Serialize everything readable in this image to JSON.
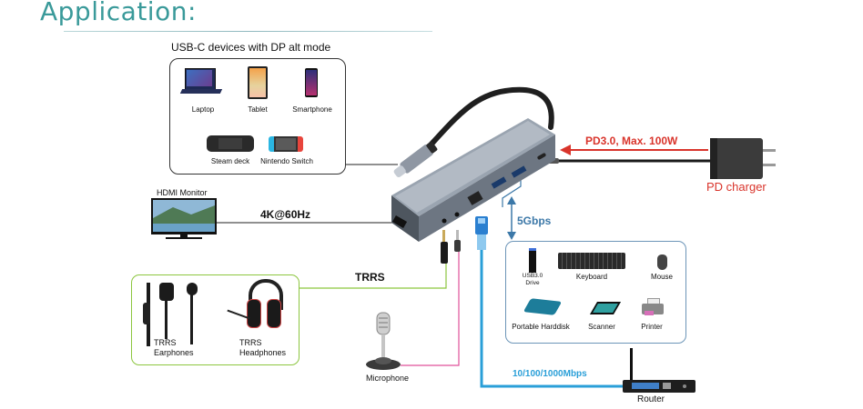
{
  "title": "Application:",
  "source_devices": {
    "heading": "USB-C devices with DP alt mode",
    "items": [
      {
        "label": "Laptop",
        "icon": "laptop-icon"
      },
      {
        "label": "Tablet",
        "icon": "tablet-icon"
      },
      {
        "label": "Smartphone",
        "icon": "smartphone-icon"
      },
      {
        "label": "Steam deck",
        "icon": "steam-deck-icon"
      },
      {
        "label": "Nintendo Switch",
        "icon": "nintendo-switch-icon"
      }
    ]
  },
  "hdmi": {
    "device_label": "HDMI Monitor",
    "link_label": "4K@60Hz"
  },
  "audio": {
    "link_label": "TRRS",
    "items": [
      {
        "label_line1": "TRRS",
        "label_line2": "Earphones"
      },
      {
        "label_line1": "TRRS",
        "label_line2": "Headphones"
      }
    ],
    "microphone_label": "Microphone"
  },
  "power": {
    "link_label": "PD3.0, Max. 100W",
    "device_label": "PD charger"
  },
  "usb": {
    "speed_label": "5Gbps",
    "items": [
      {
        "label": "USB3.0 Drive",
        "line1": "USB3.0",
        "line2": "Drive"
      },
      {
        "label": "Keyboard"
      },
      {
        "label": "Mouse"
      },
      {
        "label": "Portable Harddisk"
      },
      {
        "label": "Scanner"
      },
      {
        "label": "Printer"
      }
    ]
  },
  "ethernet": {
    "speed_label": "10/100/1000Mbps",
    "device_label": "Router"
  },
  "colors": {
    "title": "#3a9a9a",
    "power": "#d9342b",
    "usb": "#3c78a8",
    "ethernet": "#2a9fd8",
    "audio_line": "#8cc63f",
    "mic_line": "#e0529a"
  }
}
